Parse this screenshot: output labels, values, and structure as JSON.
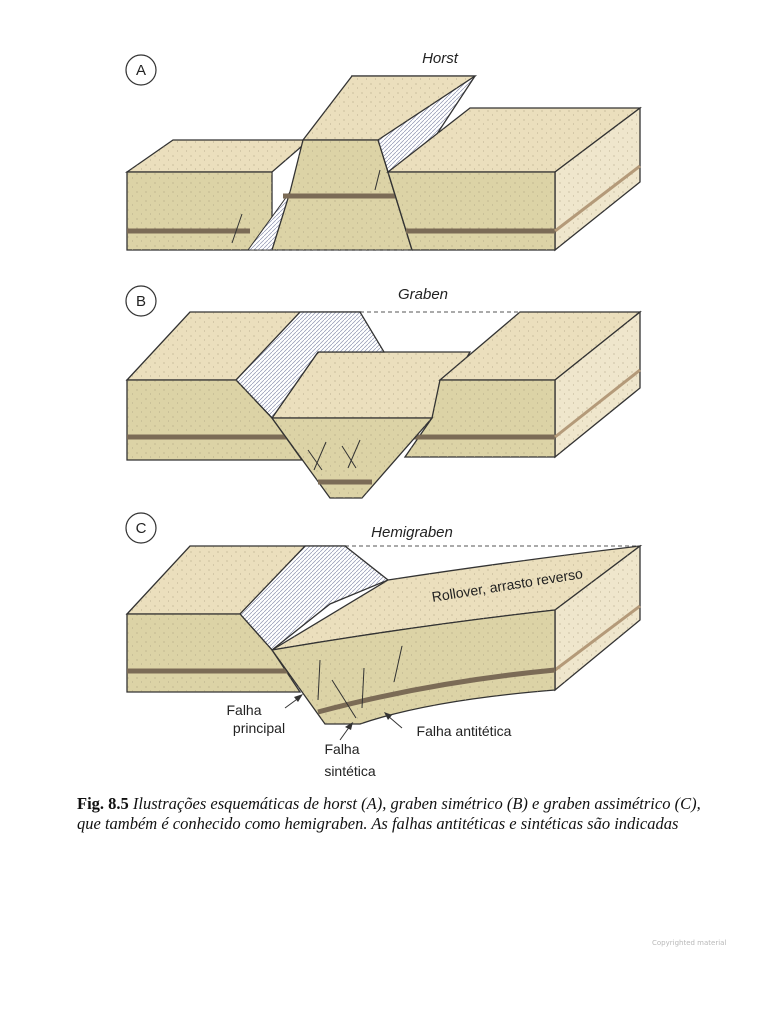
{
  "figure": {
    "panels": [
      {
        "letter": "A",
        "title": "Horst"
      },
      {
        "letter": "B",
        "title": "Graben"
      },
      {
        "letter": "C",
        "title": "Hemigraben"
      }
    ],
    "annotations": {
      "rollover": "Rollover, arrasto reverso",
      "main_fault_line1": "Falha",
      "main_fault_line2": "principal",
      "synthetic_line1": "Falha",
      "synthetic_line2": "sintética",
      "antithetic": "Falha antitética"
    }
  },
  "caption": {
    "label": "Fig. 8.5",
    "text": "Ilustrações esquemáticas de horst (A), graben simétrico (B) e graben assimétrico (C), que também é conhecido como hemigraben. As falhas antitéticas e sintéticas são indicadas"
  },
  "footer": {
    "copyright": "Copyrighted material"
  },
  "colors": {
    "top": "#ebdfbd",
    "front": "#dcd3a6",
    "side": "#efe6cc",
    "hatch": "#c9cedd",
    "layer": "#7b6b56",
    "outline": "#333333"
  }
}
